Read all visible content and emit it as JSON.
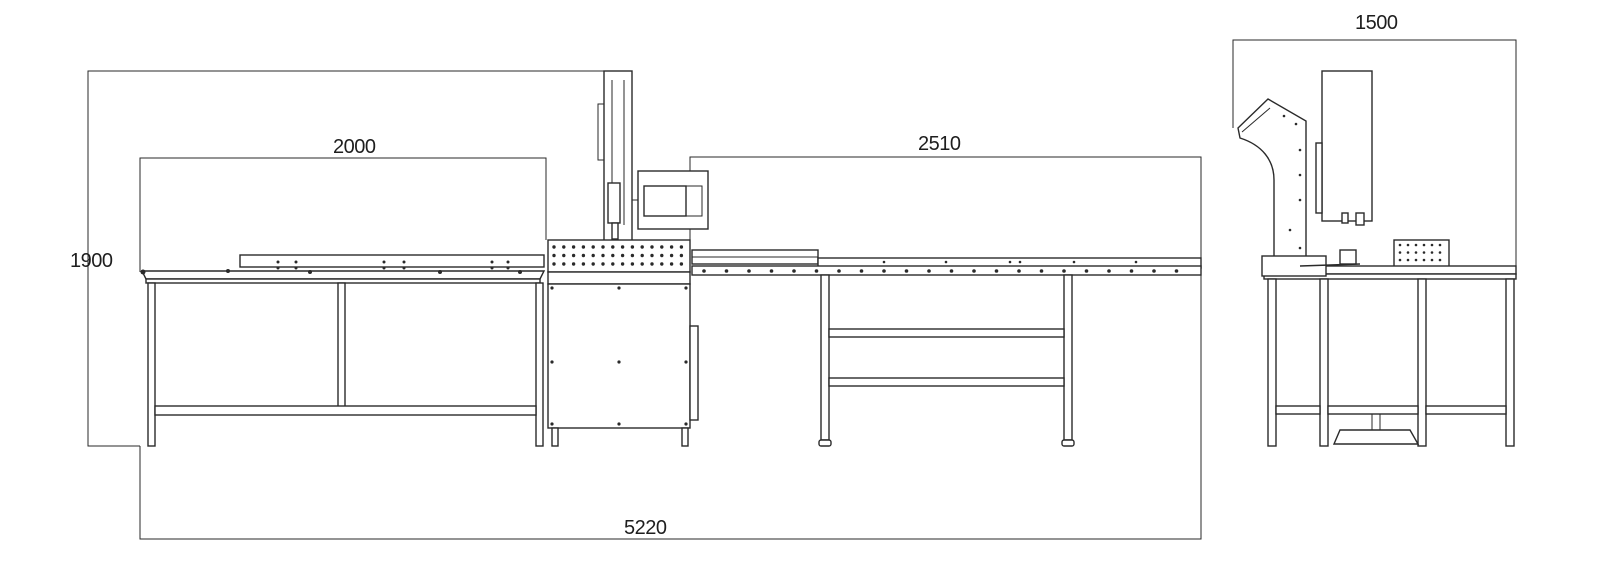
{
  "dimensions": {
    "height_left": "1900",
    "infeed_length": "2000",
    "outfeed_length": "2510",
    "total_length": "5220",
    "side_width": "1500"
  }
}
